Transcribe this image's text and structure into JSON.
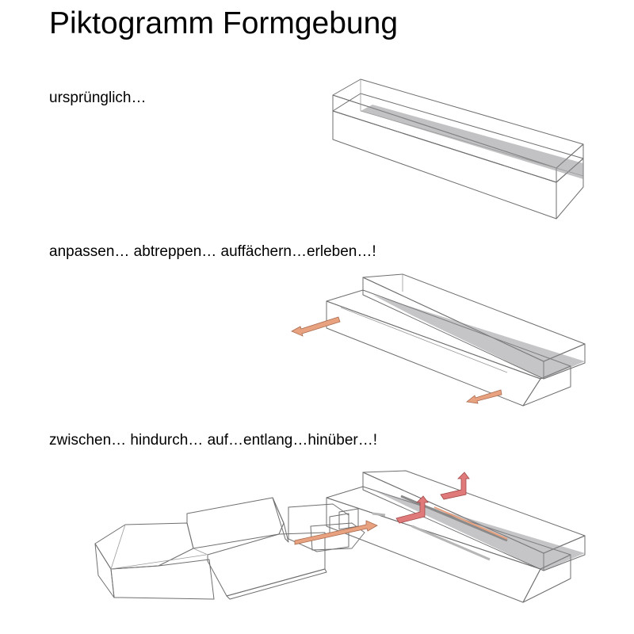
{
  "title": "Piktogramm Formgebung",
  "captions": {
    "step1": "ursprünglich…",
    "step2": "anpassen… abtreppen… auffächern…erleben…!",
    "step3": "zwischen… hindurch… auf…entlang…hinüber…!"
  },
  "colors": {
    "glass_gray": "#b9b9bc",
    "base_green": "#dfe6c4",
    "edge": "#6f6f6f",
    "arrow_orange": "#e9a27f",
    "arrow_red": "#e07a7a"
  }
}
